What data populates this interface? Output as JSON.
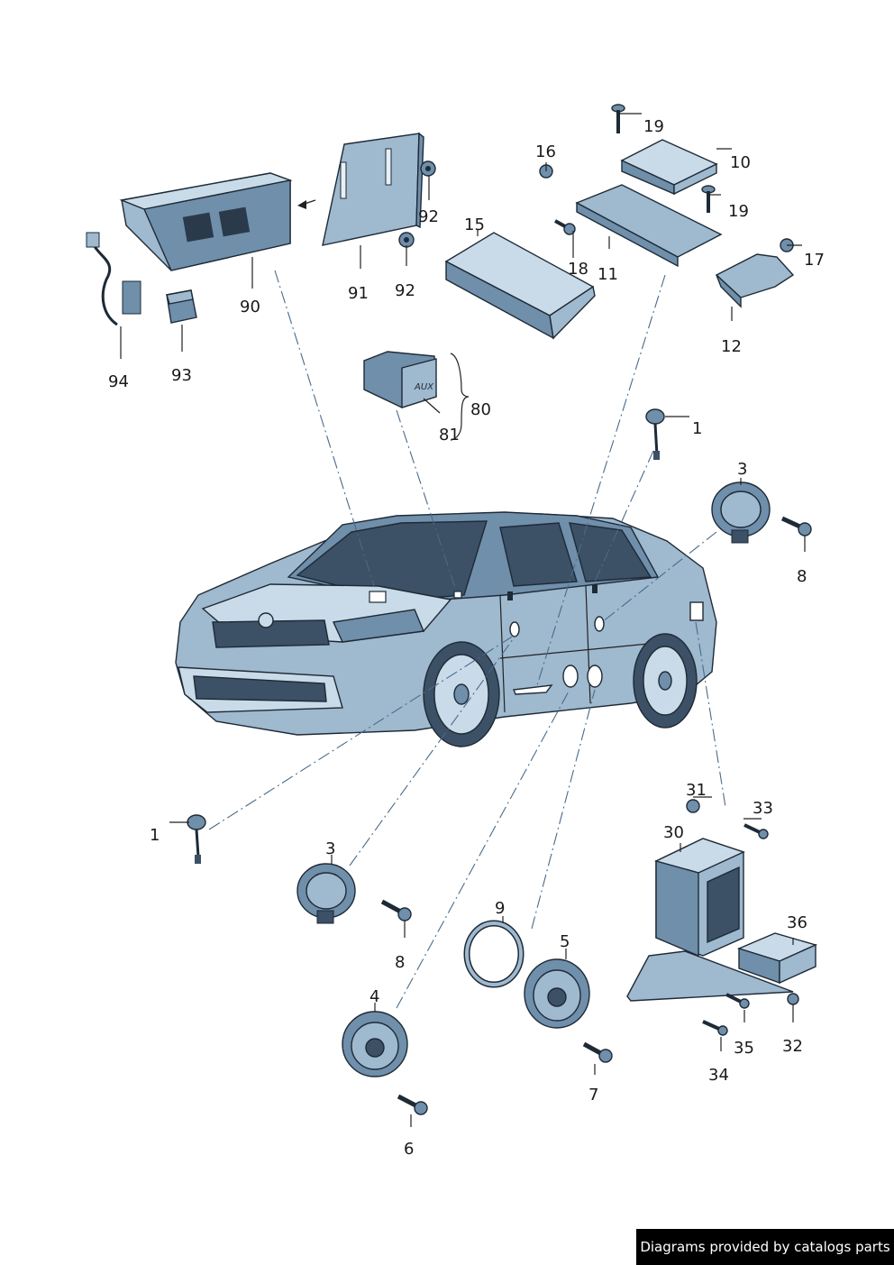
{
  "callouts": {
    "c1a": "1",
    "c1b": "1",
    "c3a": "3",
    "c3b": "3",
    "c4": "4",
    "c5": "5",
    "c6": "6",
    "c7": "7",
    "c8a": "8",
    "c8b": "8",
    "c9": "9",
    "c10": "10",
    "c11": "11",
    "c12": "12",
    "c15": "15",
    "c16": "16",
    "c17": "17",
    "c18": "18",
    "c19a": "19",
    "c19b": "19",
    "c30": "30",
    "c31": "31",
    "c32": "32",
    "c33": "33",
    "c34": "34",
    "c35": "35",
    "c36": "36",
    "c80": "80",
    "c81": "81",
    "c90": "90",
    "c91": "91",
    "c92a": "92",
    "c92b": "92",
    "c93": "93",
    "c94": "94"
  },
  "aux_label": "AUX",
  "credit": "Diagrams provided by catalogs parts",
  "colors": {
    "part_fill": "#9fb9cf",
    "part_dark": "#6f8fab",
    "outline": "#1e2a36"
  }
}
